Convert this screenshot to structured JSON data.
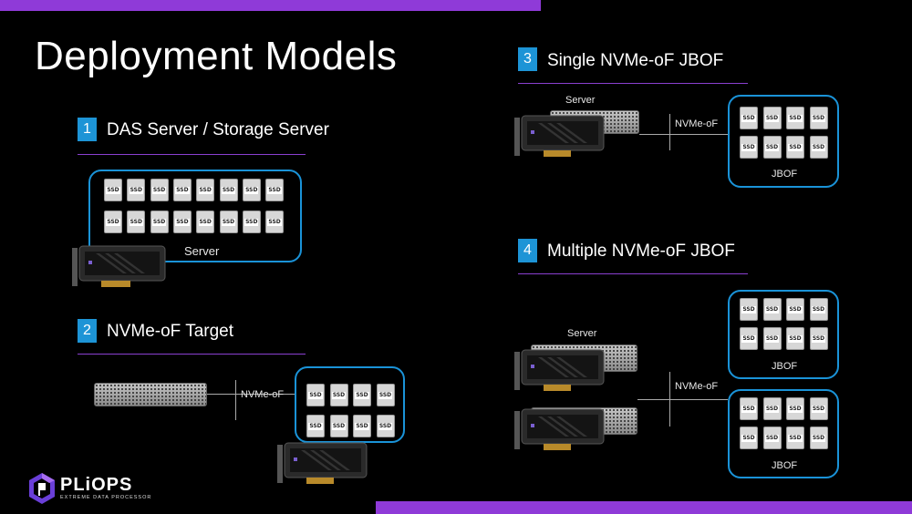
{
  "title": "Deployment Models",
  "sections": [
    {
      "number": "1",
      "title": "DAS Server / Storage Server",
      "box_label": "Server"
    },
    {
      "number": "2",
      "title": "NVMe-oF Target",
      "link_label": "NVMe-oF"
    },
    {
      "number": "3",
      "title": "Single NVMe-oF JBOF",
      "server_label": "Server",
      "link_label": "NVMe-oF",
      "box_label": "JBOF"
    },
    {
      "number": "4",
      "title": "Multiple NVMe-oF JBOF",
      "server_label": "Server",
      "link_label": "NVMe-oF",
      "box_labels": [
        "JBOF",
        "JBOF"
      ]
    }
  ],
  "ssd_label": "SSD",
  "logo": {
    "name": "PLiOPS",
    "tagline": "EXTREME DATA PROCESSOR"
  },
  "colors": {
    "accent_purple": "#8f3ad8",
    "accent_blue": "#1a93d8",
    "background": "#000000"
  }
}
